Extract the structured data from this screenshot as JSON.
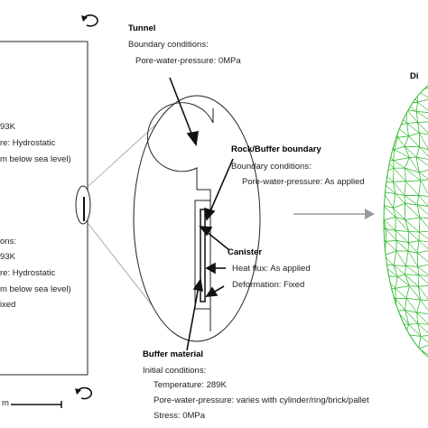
{
  "tunnel": {
    "title": "Tunnel",
    "bc_label": "Boundary conditions:",
    "pwp": "Pore-water-pressure: 0MPa"
  },
  "rock_buffer": {
    "title": "Rock/Buffer boundary",
    "bc_label": "Boundary conditions:",
    "pwp": "Pore-water-pressure: As applied"
  },
  "canister": {
    "title": "Canister",
    "heat_flux": "Heat flux: As applied",
    "deformation": "Deformation: Fixed"
  },
  "buffer_material": {
    "title": "Buffer material",
    "ic_label": "Initial conditions:",
    "temperature": "Temperature: 289K",
    "pwp": "Pore-water-pressure: varies with cylinder/ring/brick/pallet",
    "stress": "Stress: 0MPa"
  },
  "left_panel": {
    "line1": "93K",
    "line2": "re: Hydrostatic",
    "line3": "m below sea level)",
    "line4": "ons:",
    "line5": "93K",
    "line6": "re: Hydrostatic",
    "line7": "m below sea level)",
    "line8": "ixed",
    "scale_label": "m"
  },
  "right_panel": {
    "title_fragment": "Di"
  },
  "colors": {
    "mesh": "#2db82d",
    "arrow_grey": "#999999",
    "outline": "#222222"
  }
}
